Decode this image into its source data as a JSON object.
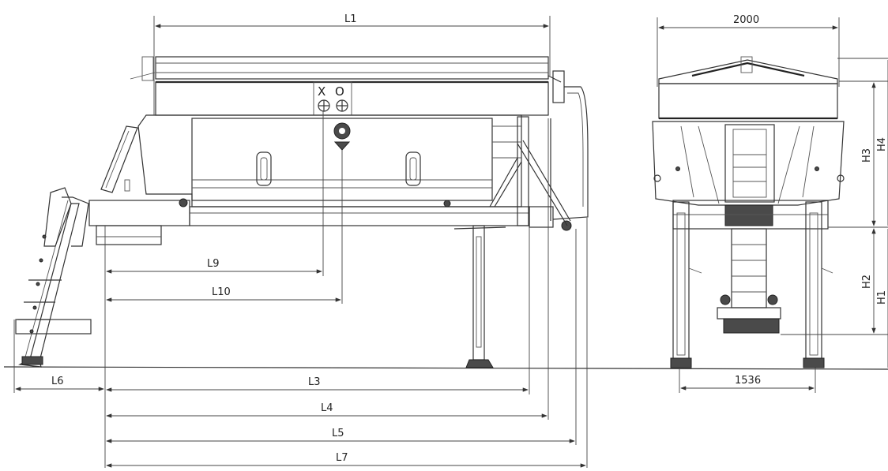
{
  "side_view": {
    "dimensions": {
      "L1": "L1",
      "L3": "L3",
      "L4": "L4",
      "L5": "L5",
      "L6": "L6",
      "L7": "L7",
      "L9": "L9",
      "L10": "L10"
    },
    "marks": {
      "x": "X",
      "o": "O"
    }
  },
  "rear_view": {
    "dimensions": {
      "width_top": "2000",
      "width_legs": "1536",
      "H1": "H1",
      "H2": "H2",
      "H3": "H3",
      "H4": "H4"
    }
  },
  "colors": {
    "line": "#333333",
    "background": "#ffffff"
  }
}
